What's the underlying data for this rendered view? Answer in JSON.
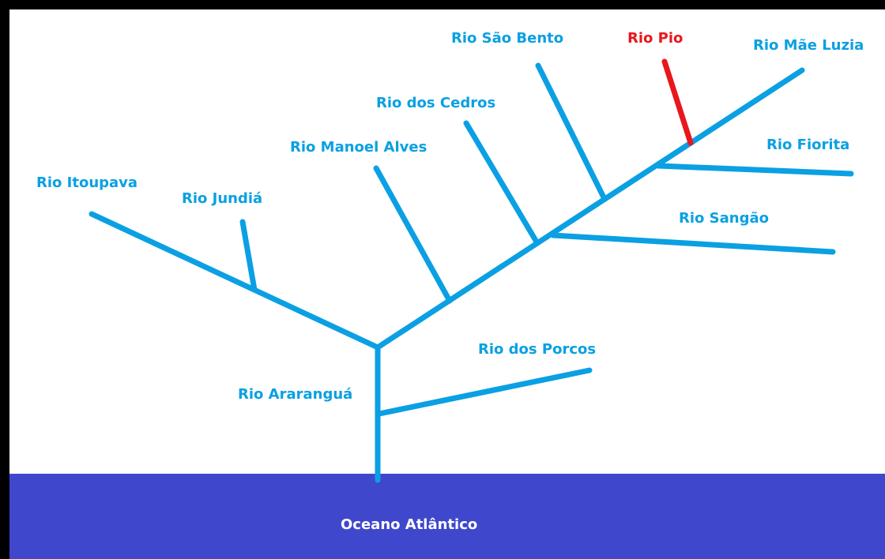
{
  "colors": {
    "river": "#0AA0E3",
    "highlight": "#E8171D",
    "ocean": "#3F48CC",
    "ocean_label": "#ffffff",
    "frame": "#000000"
  },
  "labels": {
    "ocean": "Oceano Atlântico",
    "ararangua": "Rio Araranguá",
    "porcos": "Rio dos Porcos",
    "itoupava": "Rio Itoupava",
    "jundia": "Rio Jundiá",
    "manoel_alves": "Rio Manoel Alves",
    "cedros": "Rio dos Cedros",
    "sao_bento": "Rio São Bento",
    "pio": "Rio Pio",
    "mae_luzia": "Rio Mãe Luzia",
    "fiorita": "Rio Fiorita",
    "sangao": "Rio Sangão"
  },
  "highlighted_river": "Rio Pio"
}
